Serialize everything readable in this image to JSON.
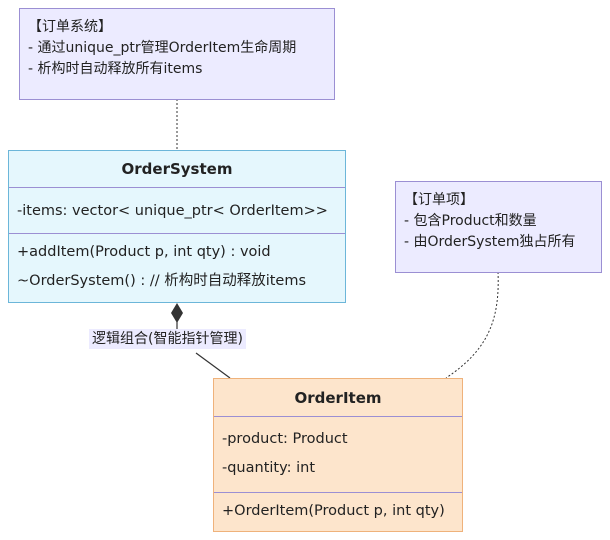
{
  "notes": [
    {
      "title": "【订单系统】",
      "lines": [
        "- 通过unique_ptr管理OrderItem生命周期",
        "- 析构时自动释放所有items"
      ]
    },
    {
      "title": "【订单项】",
      "lines": [
        "- 包含Product和数量",
        "- 由OrderSystem独占所有"
      ]
    }
  ],
  "classes": [
    {
      "name": "OrderSystem",
      "attributes": [
        "-items: vector< unique_ptr< OrderItem>>"
      ],
      "methods": [
        "+addItem(Product p, int qty) : void",
        "~OrderSystem() : // 析构时自动释放items"
      ]
    },
    {
      "name": "OrderItem",
      "attributes": [
        "-product: Product",
        "-quantity: int"
      ],
      "methods": [
        "+OrderItem(Product p, int qty)"
      ]
    }
  ],
  "relation": {
    "type": "composition",
    "label": "逻辑组合(智能指针管理)"
  },
  "colors": {
    "note_fill": "#ECEBFF",
    "note_border": "#9B8FD3",
    "ordersystem_fill": "#E5F7FD",
    "ordersystem_border": "#6CB6D9",
    "orderitem_fill": "#FDE5CC",
    "orderitem_border": "#EFB27B",
    "line": "#333333"
  }
}
